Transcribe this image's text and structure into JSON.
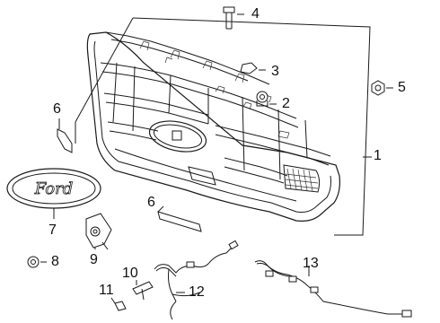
{
  "diagram": {
    "callouts": [
      {
        "id": "1",
        "label": "1"
      },
      {
        "id": "2",
        "label": "2"
      },
      {
        "id": "3",
        "label": "3"
      },
      {
        "id": "4",
        "label": "4"
      },
      {
        "id": "5",
        "label": "5"
      },
      {
        "id": "6a",
        "label": "6"
      },
      {
        "id": "6b",
        "label": "6"
      },
      {
        "id": "7",
        "label": "7"
      },
      {
        "id": "8",
        "label": "8"
      },
      {
        "id": "9",
        "label": "9"
      },
      {
        "id": "10",
        "label": "10"
      },
      {
        "id": "11",
        "label": "11"
      },
      {
        "id": "12",
        "label": "12"
      },
      {
        "id": "13",
        "label": "13"
      }
    ],
    "emblem_text": "Ford"
  },
  "colors": {
    "line": "#1a1a1a",
    "background": "#ffffff"
  }
}
